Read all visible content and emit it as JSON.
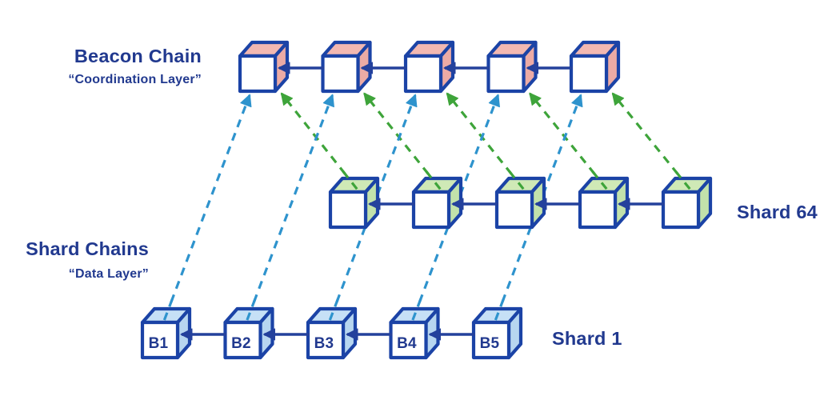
{
  "page": {
    "background": "#ffffff"
  },
  "labels": {
    "beacon_title": "Beacon Chain",
    "beacon_subtitle": "“Coordination Layer”",
    "shards_title": "Shard Chains",
    "shards_subtitle": "“Data Layer”",
    "shard64": "Shard 64",
    "shard1": "Shard 1"
  },
  "colors": {
    "outline": "#1b43a6",
    "connector": "#24419c",
    "text": "#21398f",
    "cube_face": "#ffffff",
    "beacon_top": "#f2b8b1",
    "beacon_side": "#ecaba5",
    "shard64_top": "#cfe9b6",
    "shard64_side": "#c2e2ab",
    "shard1_top": "#c6e0f6",
    "shard1_side": "#b7d6f0",
    "attestation_from_shard1": "#2e93cd",
    "attestation_from_shard64": "#3ea43a"
  },
  "diagram": {
    "rows": [
      {
        "id": "beacon",
        "name": "Beacon Chain",
        "block_count": 5,
        "block_labels": [
          "",
          "",
          "",
          "",
          ""
        ]
      },
      {
        "id": "shard64",
        "name": "Shard 64",
        "block_count": 5,
        "block_labels": [
          "",
          "",
          "",
          "",
          ""
        ]
      },
      {
        "id": "shard1",
        "name": "Shard 1",
        "block_count": 5,
        "block_labels": [
          "B1",
          "B2",
          "B3",
          "B4",
          "B5"
        ]
      }
    ],
    "chain_link_direction": "right-to-left",
    "attestations": [
      {
        "from": "shard1",
        "to": "beacon",
        "style": "dashed",
        "color_ref": "attestation_from_shard1"
      },
      {
        "from": "shard64",
        "to": "beacon",
        "style": "dashed",
        "color_ref": "attestation_from_shard64"
      }
    ]
  }
}
